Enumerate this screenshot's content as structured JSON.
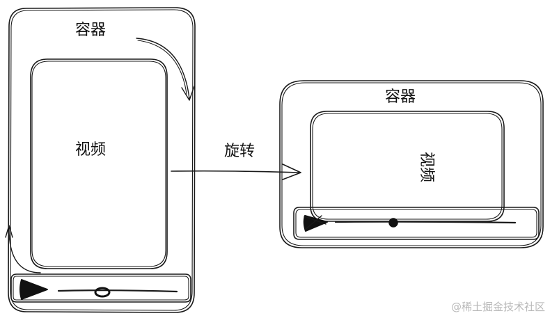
{
  "left": {
    "container_label": "容器",
    "video_label": "视频"
  },
  "arrow_label": "旋转",
  "right": {
    "container_label": "容器",
    "video_label": "视频"
  },
  "watermark": "@稀土掘金技术社区",
  "icons": {
    "play": "play-icon",
    "progress_knob": "progress-knob-icon"
  },
  "colors": {
    "stroke": "#1a1a1a",
    "watermark": "#b8b8b8"
  }
}
